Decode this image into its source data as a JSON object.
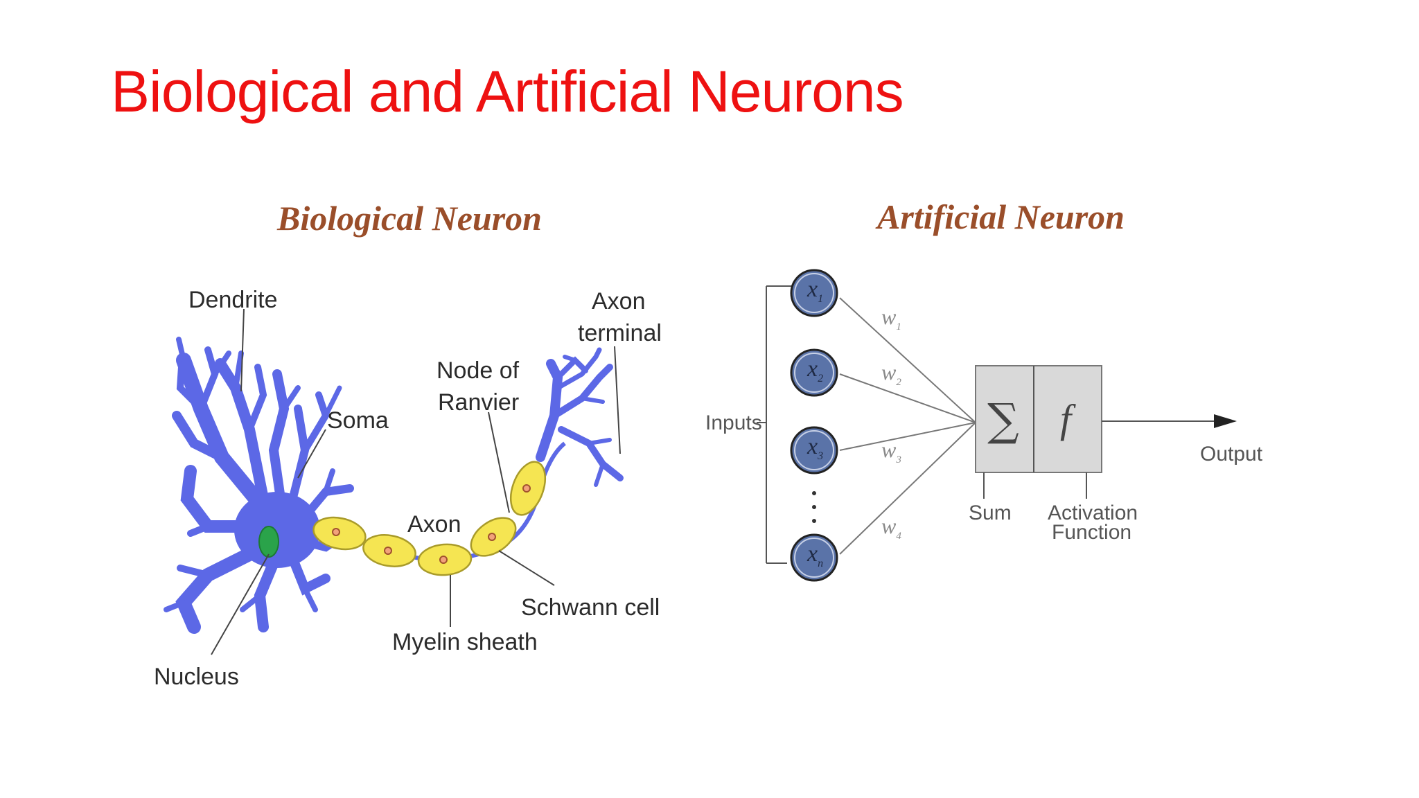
{
  "slide": {
    "title": "Biological and Artificial Neurons"
  },
  "biological": {
    "heading": "Biological Neuron",
    "labels": {
      "dendrite": "Dendrite",
      "soma": "Soma",
      "axon_terminal_1": "Axon",
      "axon_terminal_2": "terminal",
      "node_1": "Node of",
      "node_2": "Ranvier",
      "axon": "Axon",
      "schwann": "Schwann cell",
      "myelin": "Myelin sheath",
      "nucleus": "Nucleus"
    },
    "colors": {
      "dendrite": "#5c68e6",
      "myelin": "#f5e552",
      "nucleus": "#2aa34a"
    }
  },
  "artificial": {
    "heading": "Artificial Neuron",
    "inputs_label": "Inputs",
    "nodes": [
      {
        "var": "x",
        "sub": "1"
      },
      {
        "var": "x",
        "sub": "2"
      },
      {
        "var": "x",
        "sub": "3"
      },
      {
        "var": "x",
        "sub": "n"
      }
    ],
    "weights": [
      {
        "var": "w",
        "sub": "1"
      },
      {
        "var": "w",
        "sub": "2"
      },
      {
        "var": "w",
        "sub": "3"
      },
      {
        "var": "w",
        "sub": "4"
      }
    ],
    "sum_symbol": "∑",
    "activation_symbol": "f",
    "sum_label": "Sum",
    "activation_label_1": "Activation",
    "activation_label_2": "Function",
    "output_label": "Output",
    "colors": {
      "node_fill": "#5a73a8",
      "box_fill": "#d9d9d9"
    }
  }
}
